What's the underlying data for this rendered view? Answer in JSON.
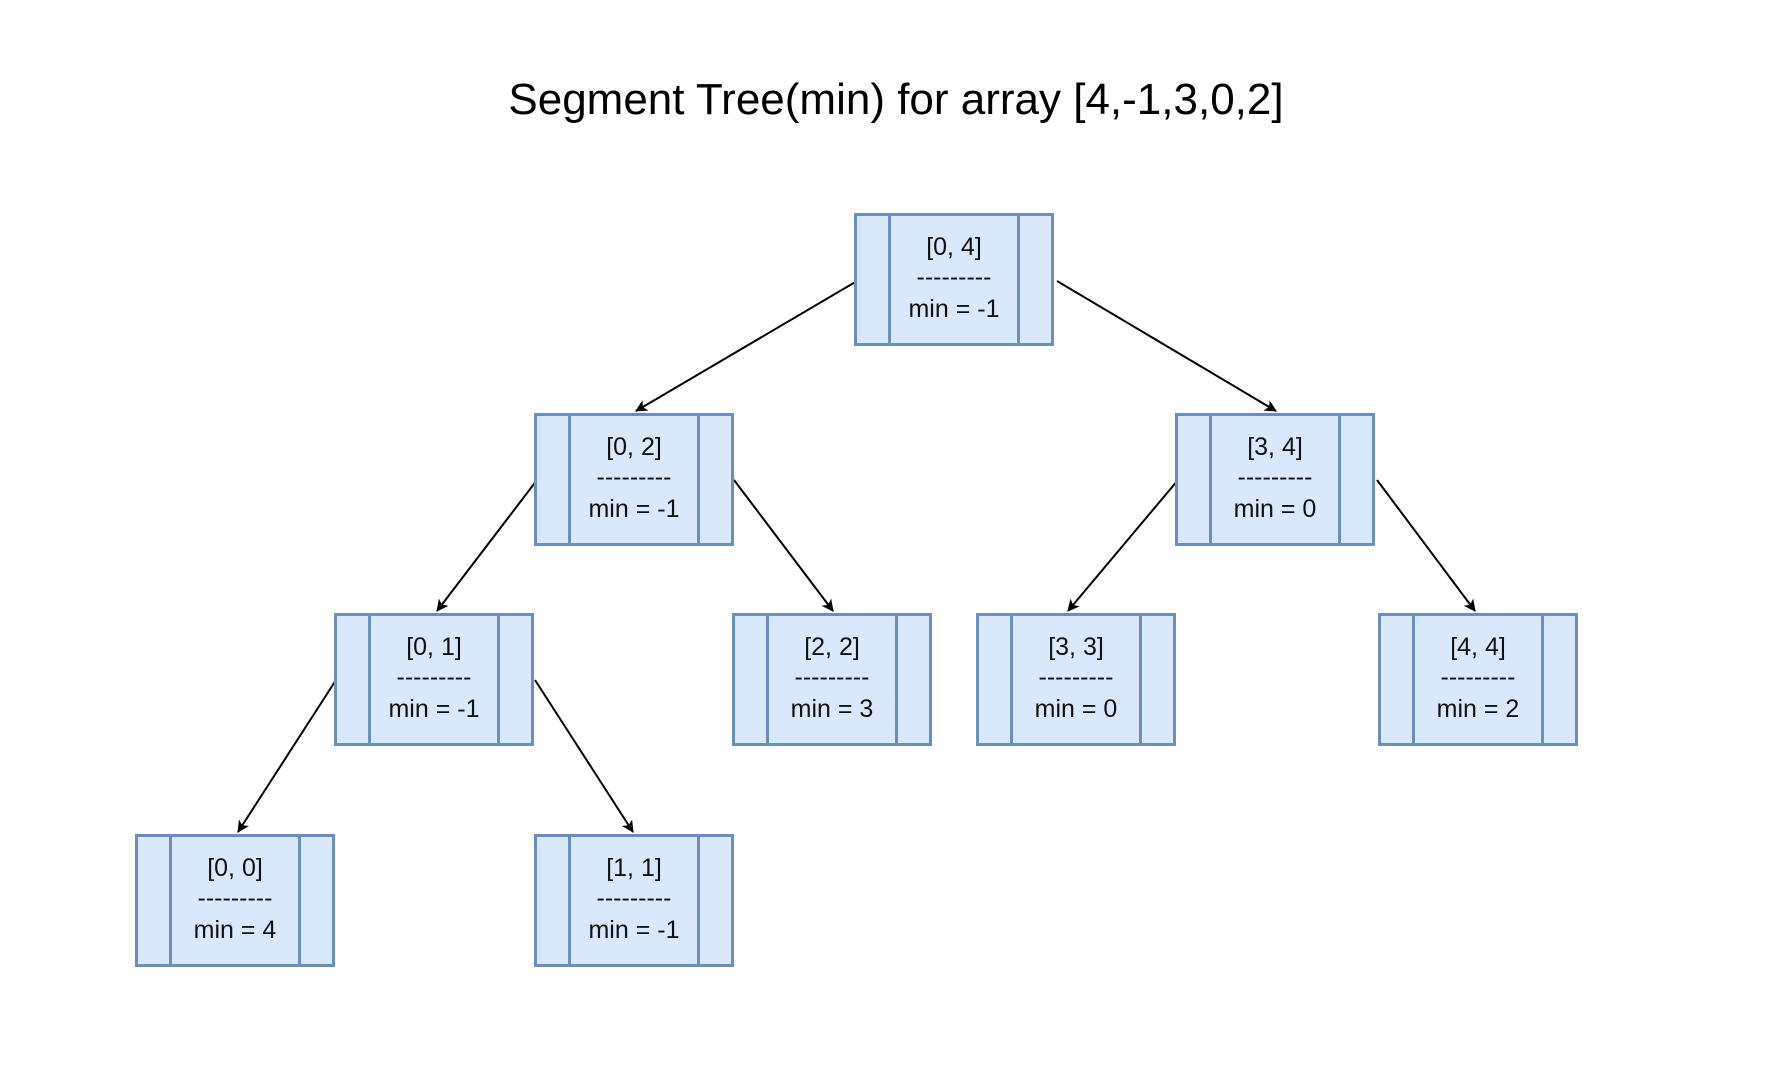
{
  "title": "Segment Tree(min) for array [4,-1,3,0,2]",
  "colors": {
    "node_fill": "#dae8fc",
    "node_border": "#6c8ebf",
    "edge": "#000000"
  },
  "nodes": [
    {
      "range": "[0, 4]",
      "separator": "---------",
      "value": "min = -1"
    },
    {
      "range": "[0, 2]",
      "separator": "---------",
      "value": "min = -1"
    },
    {
      "range": "[3, 4]",
      "separator": "---------",
      "value": "min = 0"
    },
    {
      "range": "[0, 1]",
      "separator": "---------",
      "value": "min = -1"
    },
    {
      "range": "[2, 2]",
      "separator": "---------",
      "value": "min = 3"
    },
    {
      "range": "[3, 3]",
      "separator": "---------",
      "value": "min = 0"
    },
    {
      "range": "[4, 4]",
      "separator": "---------",
      "value": "min = 2"
    },
    {
      "range": "[0, 0]",
      "separator": "---------",
      "value": "min = 4"
    },
    {
      "range": "[1, 1]",
      "separator": "---------",
      "value": "min = -1"
    }
  ],
  "edges": [
    {
      "from": "[0, 4]",
      "to": "[0, 2]"
    },
    {
      "from": "[0, 4]",
      "to": "[3, 4]"
    },
    {
      "from": "[0, 2]",
      "to": "[0, 1]"
    },
    {
      "from": "[0, 2]",
      "to": "[2, 2]"
    },
    {
      "from": "[3, 4]",
      "to": "[3, 3]"
    },
    {
      "from": "[3, 4]",
      "to": "[4, 4]"
    },
    {
      "from": "[0, 1]",
      "to": "[0, 0]"
    },
    {
      "from": "[0, 1]",
      "to": "[1, 1]"
    }
  ]
}
